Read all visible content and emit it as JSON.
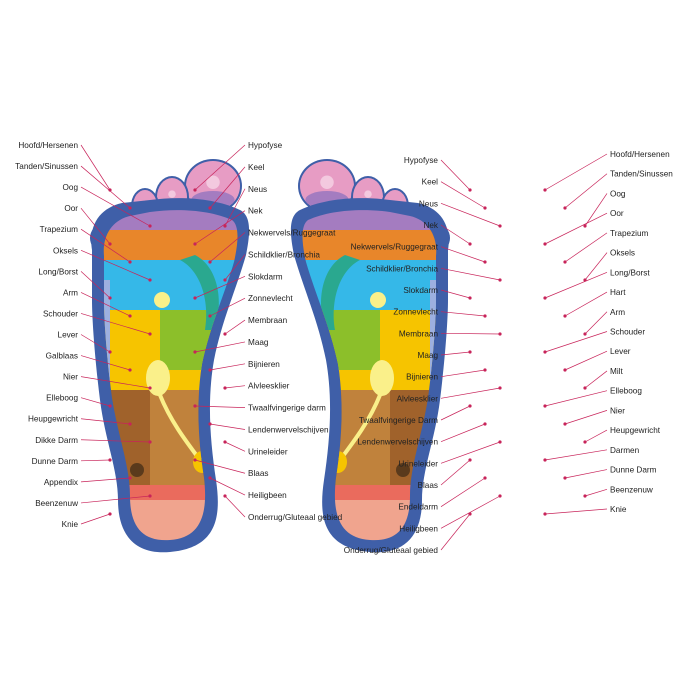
{
  "colors": {
    "leader": "#c8245a",
    "text": "#222222",
    "outline": "#3f5fa8",
    "toe_pink": "#e79cc4",
    "toe_purple": "#a47cc0",
    "orange": "#e8862a",
    "cyan": "#35b8e8",
    "teal": "#2aa88f",
    "yellow": "#f6c400",
    "green": "#8cbf2a",
    "brown": "#a0622b",
    "brown_light": "#c0823c",
    "salmon": "#f0a48e",
    "heart": "#ea6b5d",
    "pale_yellow": "#faf08a"
  },
  "left_foot": {
    "left_labels": [
      "Hoofd/Hersenen",
      "Tanden/Sinussen",
      "Oog",
      "Oor",
      "Trapezium",
      "Oksels",
      "Long/Borst",
      "Arm",
      "Schouder",
      "Lever",
      "Galblaas",
      "Nier",
      "Elleboog",
      "Heupgewricht",
      "Dikke Darm",
      "Dunne Darm",
      "Appendix",
      "Beenzenuw",
      "Knie"
    ],
    "right_labels": [
      "Hypofyse",
      "Keel",
      "Neus",
      "Nek",
      "Nekwervels/Ruggegraat",
      "Schildklier/Bronchia",
      "Slokdarm",
      "Zonnevlecht",
      "Membraan",
      "Maag",
      "Bijnieren",
      "Alvleesklier",
      "Twaalfvingerige darm",
      "Lendenwervelschijven",
      "Urineleider",
      "Blaas",
      "Heiligbeen",
      "Onderrug/Gluteaal gebied"
    ]
  },
  "right_foot": {
    "left_labels": [
      "Hypofyse",
      "Keel",
      "Neus",
      "Nek",
      "Nekwervels/Ruggegraat",
      "Schildklier/Bronchia",
      "Slokdarm",
      "Zonnevlecht",
      "Membraan",
      "Maag",
      "Bijnieren",
      "Alvleesklier",
      "Twaalfvingerige Darm",
      "Lendenwervelschijven",
      "Urineleider",
      "Blaas",
      "Endeldarm",
      "Heiligbeen",
      "Onderrug/Gluteaal gebied"
    ],
    "right_labels": [
      "Hoofd/Hersenen",
      "Tanden/Sinussen",
      "Oog",
      "Oor",
      "Trapezium",
      "Oksels",
      "Long/Borst",
      "Hart",
      "Arm",
      "Schouder",
      "Lever",
      "Milt",
      "Elleboog",
      "Nier",
      "Heupgewricht",
      "Darmen",
      "Dunne Darm",
      "Beenzenuw",
      "Knie"
    ]
  }
}
